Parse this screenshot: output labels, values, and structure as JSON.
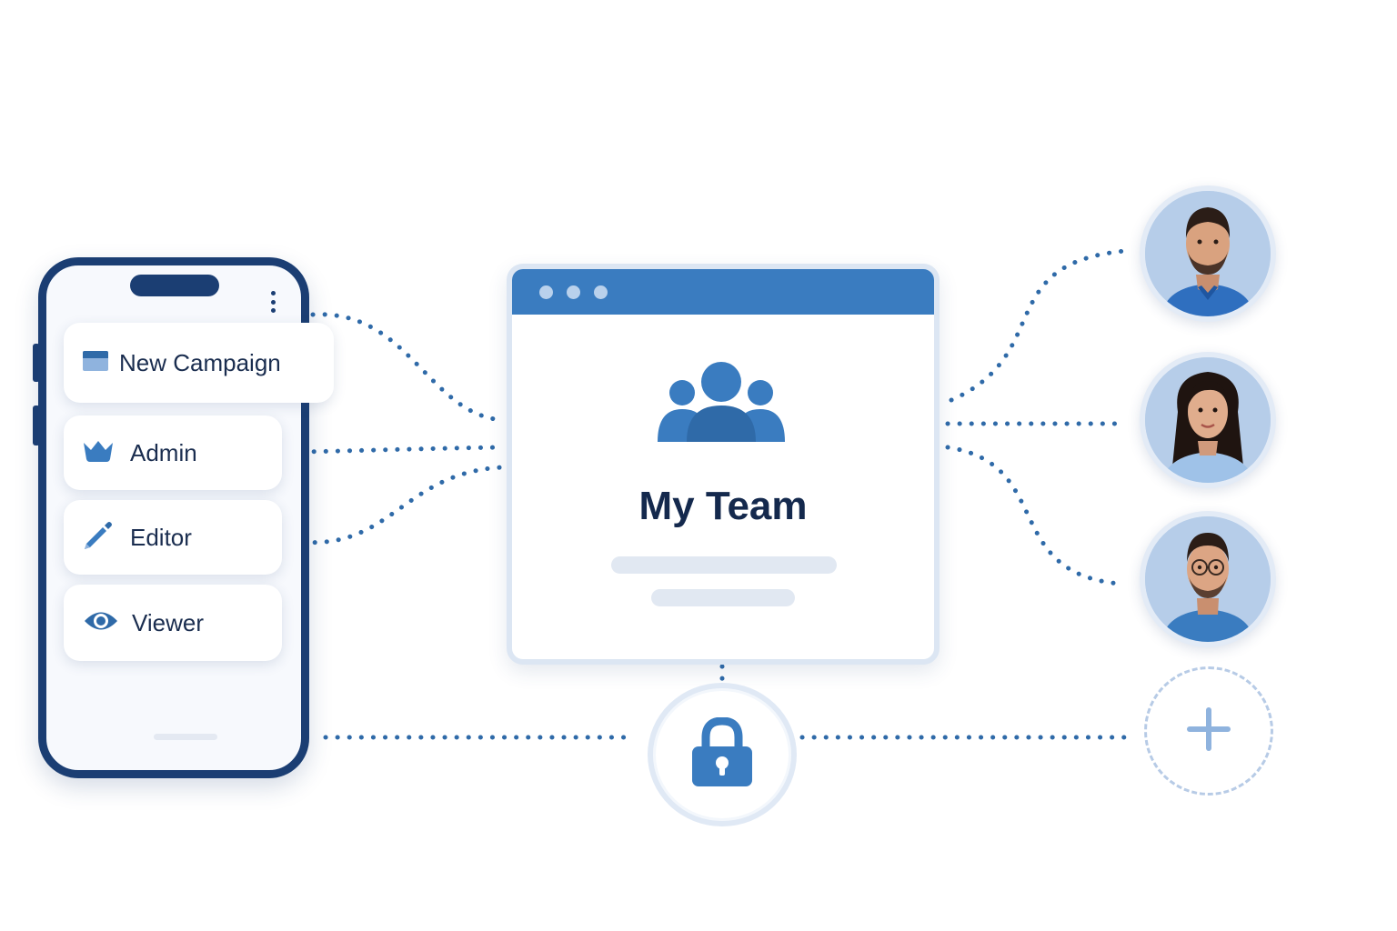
{
  "diagram": {
    "phone": {
      "menu": [
        {
          "label": "New Campaign",
          "icon": "card-icon"
        },
        {
          "label": "Admin",
          "icon": "crown-icon"
        },
        {
          "label": "Editor",
          "icon": "pencil-icon"
        },
        {
          "label": "Viewer",
          "icon": "eye-icon"
        }
      ]
    },
    "team_window": {
      "title": "My Team",
      "icon": "team-icon"
    },
    "lock": {
      "icon": "lock-icon"
    },
    "members": [
      {
        "icon": "avatar-man-beard"
      },
      {
        "icon": "avatar-woman"
      },
      {
        "icon": "avatar-man-glasses"
      }
    ],
    "add_member": {
      "icon": "plus-icon"
    }
  },
  "colors": {
    "primary": "#3a7cc0",
    "navy": "#1b3e73",
    "text": "#14294d",
    "connector": "#2f6aa8",
    "avatar_bg": "#b6cde9",
    "skeleton": "#e1e8f2"
  }
}
